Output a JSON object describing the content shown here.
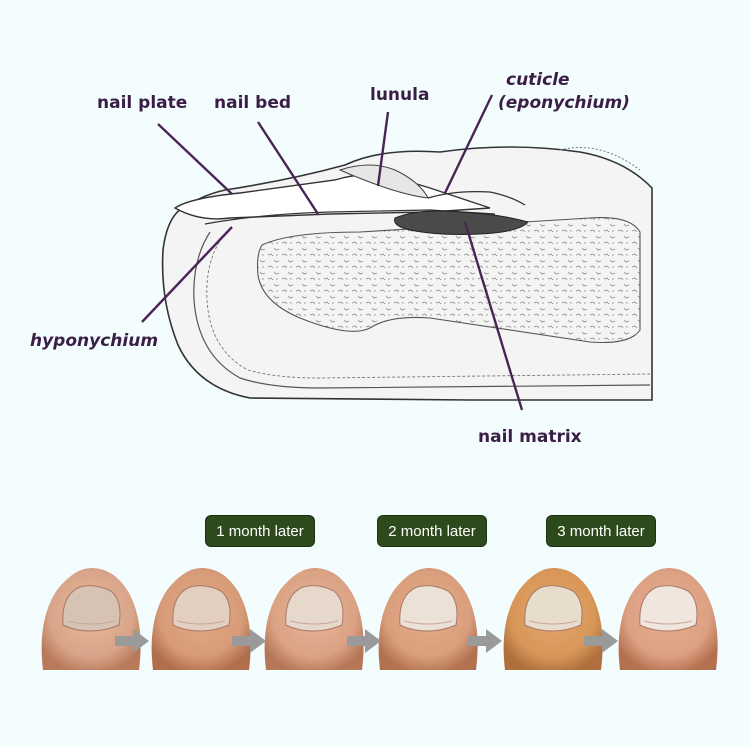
{
  "diagram": {
    "labels": {
      "nail_plate": "nail plate",
      "nail_bed": "nail bed",
      "lunula": "lunula",
      "cuticle_line1": "cuticle",
      "cuticle_line2": "(eponychium)",
      "hyponychium": "hyponychium",
      "nail_matrix": "nail matrix"
    },
    "label_color": "#3a1e46"
  },
  "timeline": {
    "badges": [
      "1 month later",
      "2 month later",
      "3 month later"
    ],
    "badge_color": "#2c4a1c",
    "arrow_color": "#9a9a9a",
    "photos": [
      {
        "name": "toe-before-1"
      },
      {
        "name": "toe-before-2"
      },
      {
        "name": "toe-1-month"
      },
      {
        "name": "toe-2-month"
      },
      {
        "name": "toe-3-month-a"
      },
      {
        "name": "toe-3-month-b"
      }
    ]
  }
}
